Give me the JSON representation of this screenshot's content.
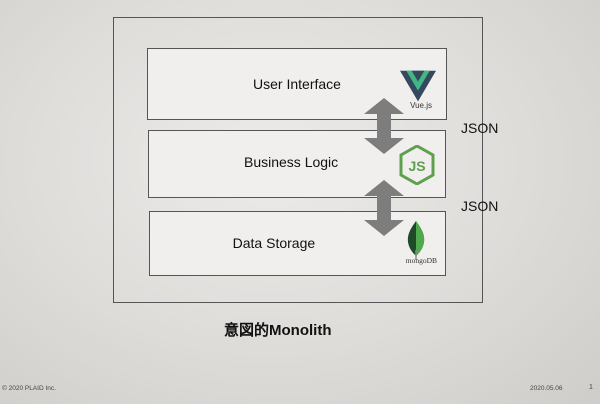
{
  "diagram": {
    "layers": [
      {
        "label": "User Interface",
        "logo": "vuejs-icon",
        "logo_text": "Vue.js"
      },
      {
        "label": "Business Logic",
        "logo": "nodejs-icon",
        "logo_text": "JS"
      },
      {
        "label": "Data Storage",
        "logo": "mongodb-icon",
        "logo_text": "mongoDB"
      }
    ],
    "connections": [
      "JSON",
      "JSON"
    ],
    "caption": "意図的Monolith"
  },
  "footer": {
    "copyright": "© 2020 PLAID Inc.",
    "date": "2020.05.06",
    "page": "1"
  },
  "colors": {
    "vue_green": "#41b883",
    "vue_dark": "#35495e",
    "node_green": "#5fa04e",
    "mongo_green": "#4fa94d",
    "arrow_gray": "#7d7d7d"
  }
}
